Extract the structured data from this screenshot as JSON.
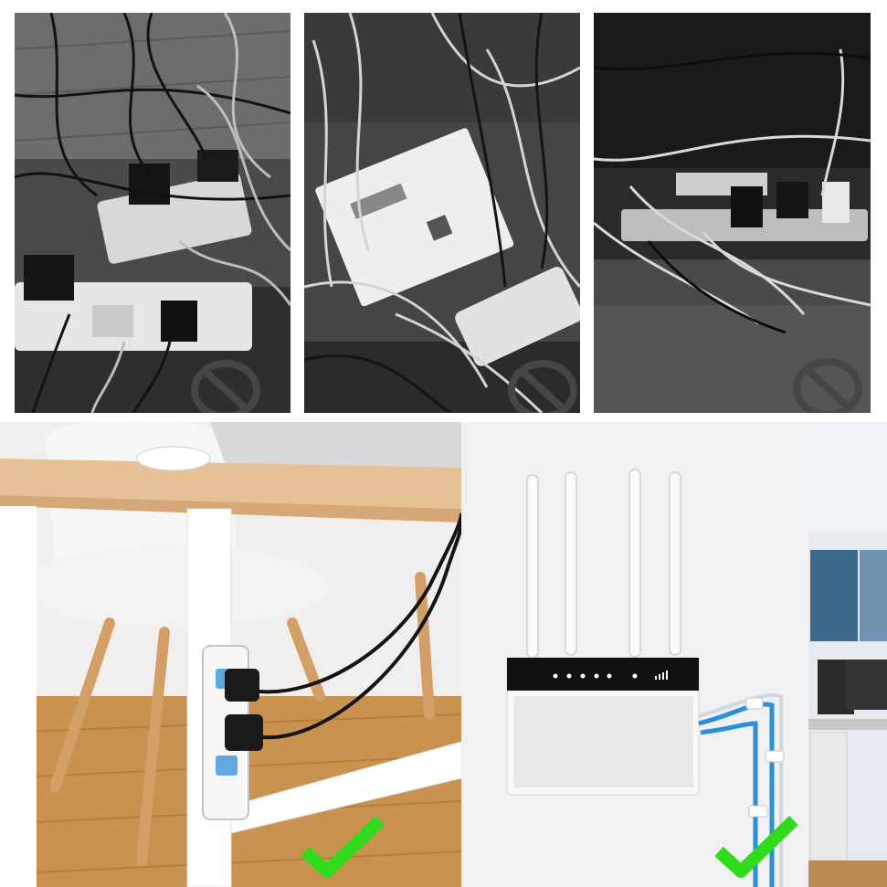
{
  "panels": [
    {
      "id": "messy-1",
      "status": "prohibited",
      "icon": "prohibition-icon"
    },
    {
      "id": "messy-2",
      "status": "prohibited",
      "icon": "prohibition-icon"
    },
    {
      "id": "messy-3",
      "status": "prohibited",
      "icon": "prohibition-icon"
    },
    {
      "id": "tidy-desk",
      "status": "approved",
      "icon": "checkmark-icon"
    },
    {
      "id": "tidy-router",
      "status": "approved",
      "icon": "checkmark-icon"
    }
  ],
  "colors": {
    "prohibit_red": "#e31b1b",
    "check_green": "#2fdc1c",
    "cable_blue": "#2d8fd8"
  }
}
